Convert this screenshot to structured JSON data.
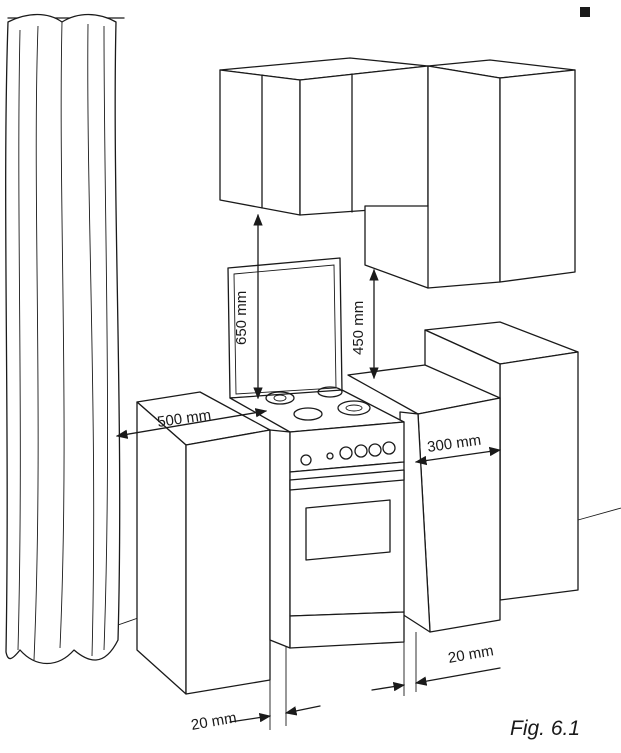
{
  "figure": {
    "caption": "Fig. 6.1",
    "dimensions": {
      "wall_cabinet_clearance": "650 mm",
      "side_cabinet_clearance": "450 mm",
      "left_side_depth": "500 mm",
      "right_side_depth": "300 mm",
      "right_gap": "20 mm",
      "left_gap": "20 mm"
    }
  }
}
